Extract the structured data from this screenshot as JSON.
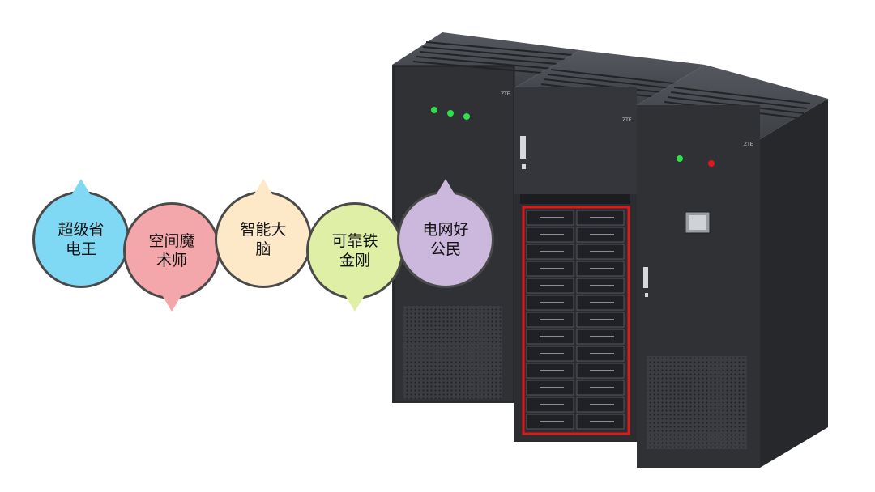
{
  "bubbles": [
    {
      "label": "超级省\n电王",
      "color": "#7fd9f4",
      "pointer": "up"
    },
    {
      "label": "空间魔\n术师",
      "color": "#f4a7ab",
      "pointer": "down"
    },
    {
      "label": "智能大\n脑",
      "color": "#fde9c8",
      "pointer": "up"
    },
    {
      "label": "可靠铁\n金刚",
      "color": "#dff0a6",
      "pointer": "down"
    },
    {
      "label": "电网好\n公民",
      "color": "#ccb8dc",
      "pointer": "up"
    }
  ],
  "cabinet": {
    "brand": "ZTE",
    "body_color": "#2d2f33",
    "highlight_color": "#e01818",
    "indicator_green": "#2ee04a",
    "indicator_red": "#e01818"
  }
}
